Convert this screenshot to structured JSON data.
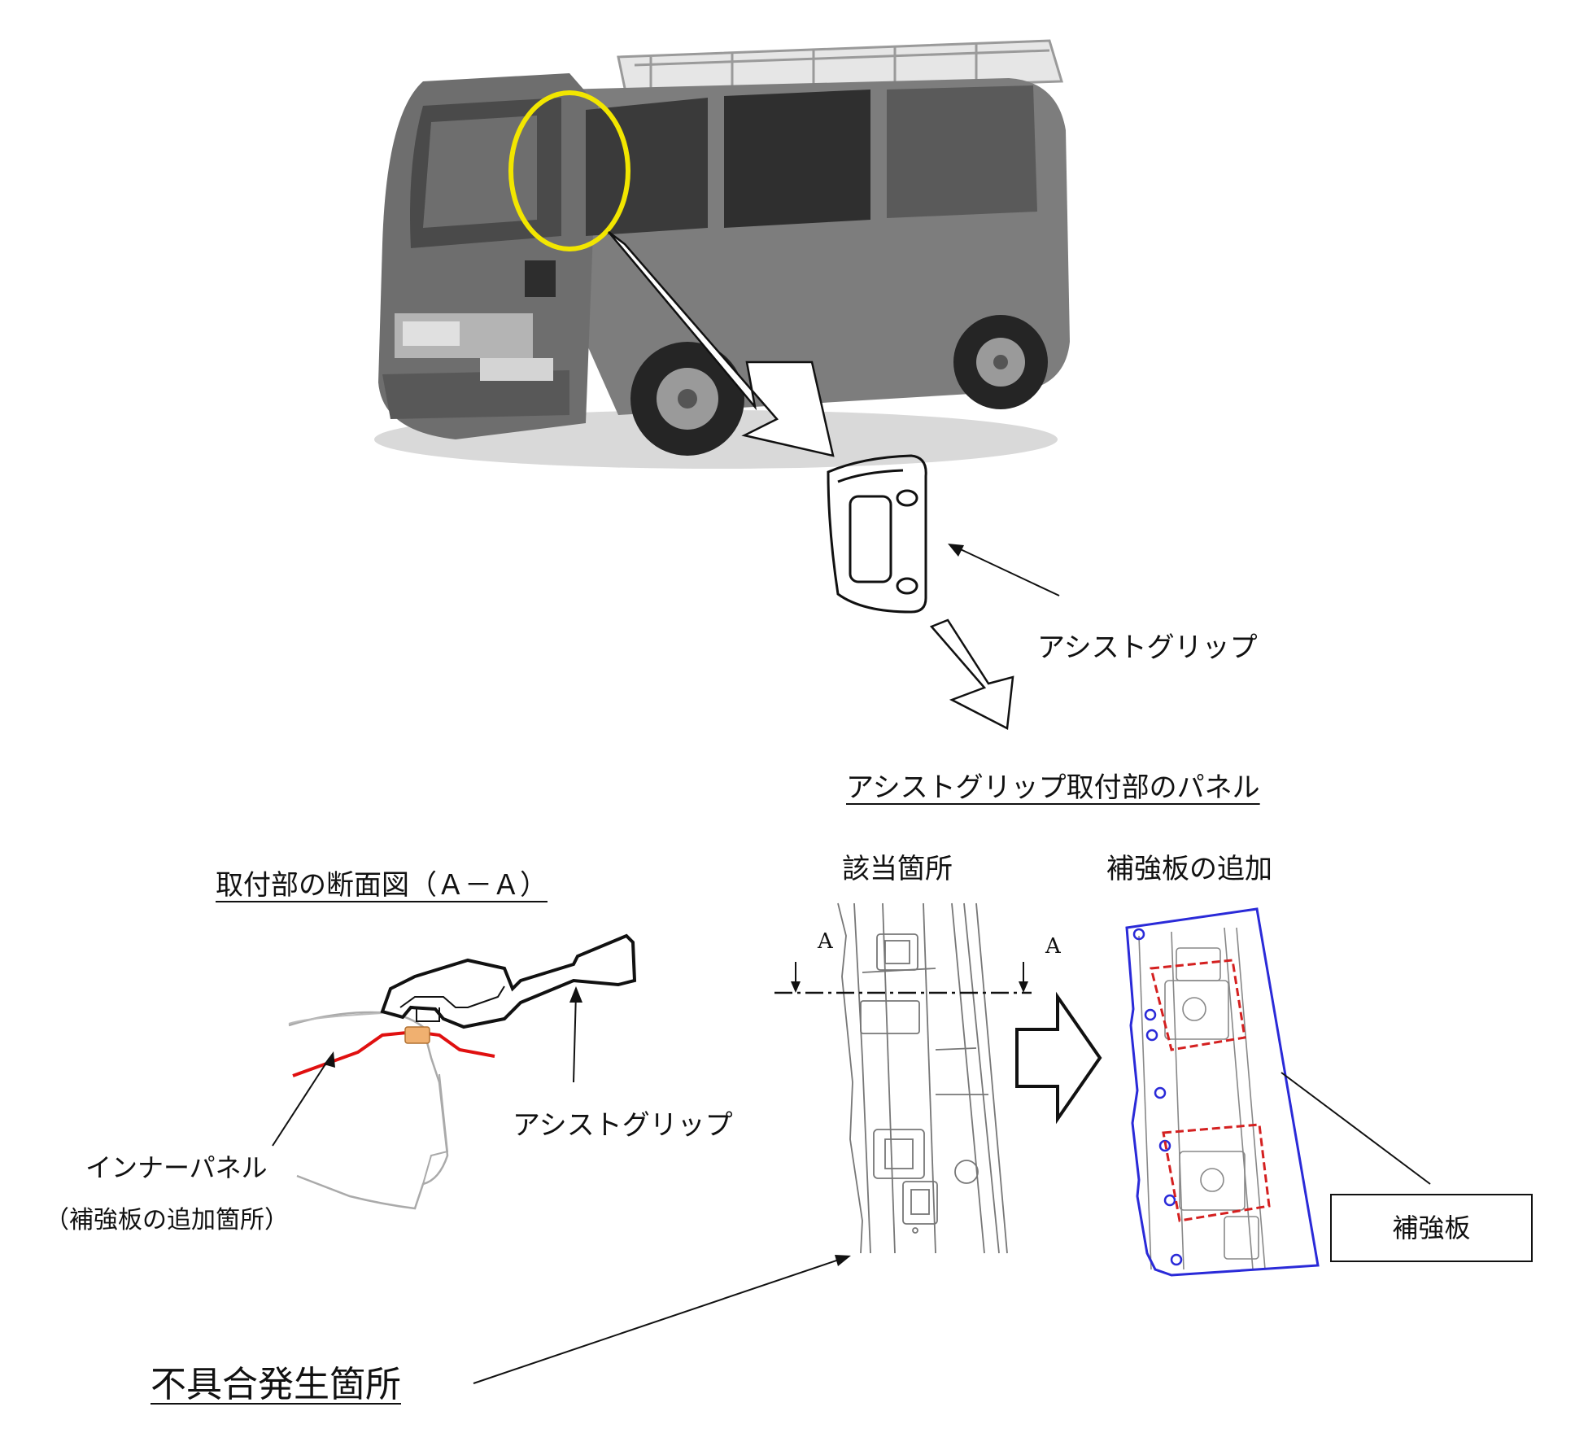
{
  "labels": {
    "assist_grip": "アシストグリップ",
    "panel_title": "アシストグリップ取付部のパネル",
    "section_title": "取付部の断面図（Ａ－Ａ）",
    "applicable_location": "該当箇所",
    "reinforcement_added": "補強板の追加",
    "section_marker": "A",
    "assist_grip_section": "アシストグリップ",
    "inner_panel": "インナーパネル",
    "inner_panel_note": "（補強板の追加箇所）",
    "reinforcement_plate": "補強板",
    "defect_location": "不具合発生箇所"
  },
  "colors": {
    "highlight_circle": "#f2e600",
    "inner_panel_line": "#e01010",
    "reinforcement_outline": "#2a2ad8",
    "weld_outline": "#d42020",
    "clip": "#f0b070"
  },
  "icons": [
    "van-photo",
    "assist-grip-icon",
    "callout-arrow-icon",
    "right-arrow-icon"
  ]
}
